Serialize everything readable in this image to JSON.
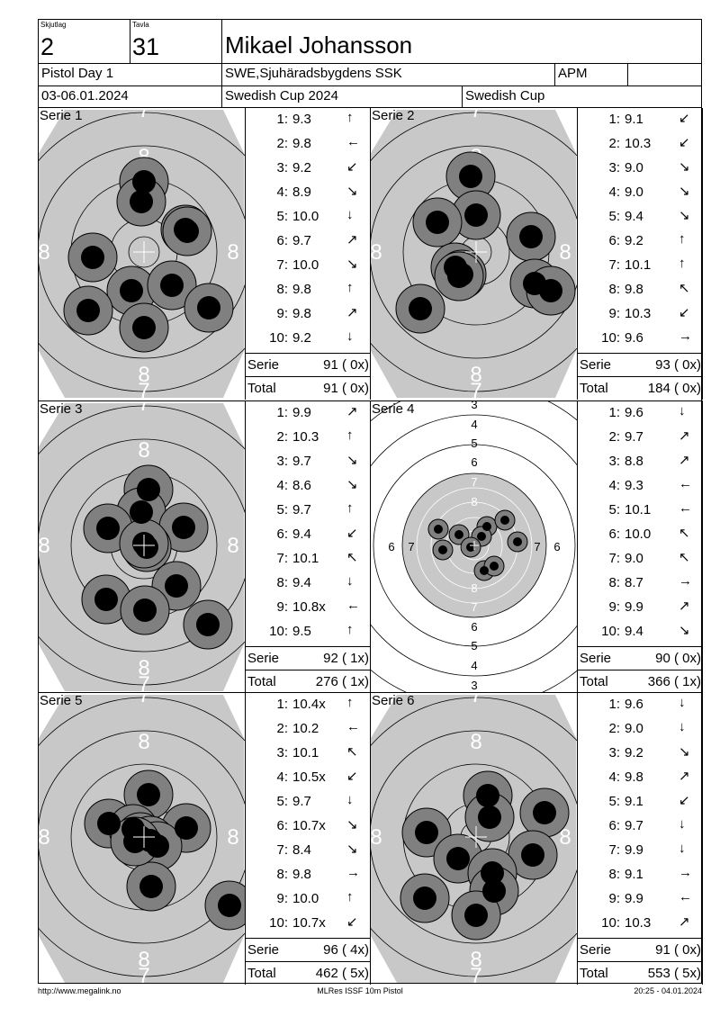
{
  "header": {
    "relay_label": "Skjutlag",
    "relay": "2",
    "lane_label": "Tavla",
    "lane": "31",
    "name": "Mikael Johansson",
    "event": "Pistol Day 1",
    "club": "SWE,Sjuhäradsbygdens SSK",
    "class": "APM",
    "dates": "03-06.01.2024",
    "competition": "Swedish Cup 2024",
    "series_name": "Swedish Cup"
  },
  "series": [
    {
      "title": "Serie 1",
      "shots": [
        {
          "n": "1:",
          "v": "9.3",
          "a": "↑"
        },
        {
          "n": "2:",
          "v": "9.8",
          "a": "←"
        },
        {
          "n": "3:",
          "v": "9.2",
          "a": "↙"
        },
        {
          "n": "4:",
          "v": "8.9",
          "a": "↘"
        },
        {
          "n": "5:",
          "v": "10.0",
          "a": "↓"
        },
        {
          "n": "6:",
          "v": "9.7",
          "a": "↗"
        },
        {
          "n": "7:",
          "v": "10.0",
          "a": "↘"
        },
        {
          "n": "8:",
          "v": "9.8",
          "a": "↑"
        },
        {
          "n": "9:",
          "v": "9.8",
          "a": "↗"
        },
        {
          "n": "10:",
          "v": "9.2",
          "a": "↓"
        }
      ],
      "serie_label": "Serie",
      "serie_value": "91 ( 0x)",
      "total_label": "Total",
      "total_value": "91 ( 0x)"
    },
    {
      "title": "Serie 2",
      "shots": [
        {
          "n": "1:",
          "v": "9.1",
          "a": "↙"
        },
        {
          "n": "2:",
          "v": "10.3",
          "a": "↙"
        },
        {
          "n": "3:",
          "v": "9.0",
          "a": "↘"
        },
        {
          "n": "4:",
          "v": "9.0",
          "a": "↘"
        },
        {
          "n": "5:",
          "v": "9.4",
          "a": "↘"
        },
        {
          "n": "6:",
          "v": "9.2",
          "a": "↑"
        },
        {
          "n": "7:",
          "v": "10.1",
          "a": "↑"
        },
        {
          "n": "8:",
          "v": "9.8",
          "a": "↖"
        },
        {
          "n": "9:",
          "v": "10.3",
          "a": "↙"
        },
        {
          "n": "10:",
          "v": "9.6",
          "a": "→"
        }
      ],
      "serie_label": "Serie",
      "serie_value": "93 ( 0x)",
      "total_label": "Total",
      "total_value": "184 ( 0x)"
    },
    {
      "title": "Serie 3",
      "shots": [
        {
          "n": "1:",
          "v": "9.9",
          "a": "↗"
        },
        {
          "n": "2:",
          "v": "10.3",
          "a": "↑"
        },
        {
          "n": "3:",
          "v": "9.7",
          "a": "↘"
        },
        {
          "n": "4:",
          "v": "8.6",
          "a": "↘"
        },
        {
          "n": "5:",
          "v": "9.7",
          "a": "↑"
        },
        {
          "n": "6:",
          "v": "9.4",
          "a": "↙"
        },
        {
          "n": "7:",
          "v": "10.1",
          "a": "↖"
        },
        {
          "n": "8:",
          "v": "9.4",
          "a": "↓"
        },
        {
          "n": "9:",
          "v": "10.8x",
          "a": "←"
        },
        {
          "n": "10:",
          "v": "9.5",
          "a": "↑"
        }
      ],
      "serie_label": "Serie",
      "serie_value": "92 ( 1x)",
      "total_label": "Total",
      "total_value": "276 ( 1x)"
    },
    {
      "title": "Serie 4",
      "shots": [
        {
          "n": "1:",
          "v": "9.6",
          "a": "↓"
        },
        {
          "n": "2:",
          "v": "9.7",
          "a": "↗"
        },
        {
          "n": "3:",
          "v": "8.8",
          "a": "↗"
        },
        {
          "n": "4:",
          "v": "9.3",
          "a": "←"
        },
        {
          "n": "5:",
          "v": "10.1",
          "a": "←"
        },
        {
          "n": "6:",
          "v": "10.0",
          "a": "↖"
        },
        {
          "n": "7:",
          "v": "9.0",
          "a": "↖"
        },
        {
          "n": "8:",
          "v": "8.7",
          "a": "→"
        },
        {
          "n": "9:",
          "v": "9.9",
          "a": "↗"
        },
        {
          "n": "10:",
          "v": "9.4",
          "a": "↘"
        }
      ],
      "serie_label": "Serie",
      "serie_value": "90 ( 0x)",
      "total_label": "Total",
      "total_value": "366 ( 1x)"
    },
    {
      "title": "Serie 5",
      "shots": [
        {
          "n": "1:",
          "v": "10.4x",
          "a": "↑"
        },
        {
          "n": "2:",
          "v": "10.2",
          "a": "←"
        },
        {
          "n": "3:",
          "v": "10.1",
          "a": "↖"
        },
        {
          "n": "4:",
          "v": "10.5x",
          "a": "↙"
        },
        {
          "n": "5:",
          "v": "9.7",
          "a": "↓"
        },
        {
          "n": "6:",
          "v": "10.7x",
          "a": "↘"
        },
        {
          "n": "7:",
          "v": "8.4",
          "a": "↘"
        },
        {
          "n": "8:",
          "v": "9.8",
          "a": "→"
        },
        {
          "n": "9:",
          "v": "10.0",
          "a": "↑"
        },
        {
          "n": "10:",
          "v": "10.7x",
          "a": "↙"
        }
      ],
      "serie_label": "Serie",
      "serie_value": "96 ( 4x)",
      "total_label": "Total",
      "total_value": "462 ( 5x)"
    },
    {
      "title": "Serie 6",
      "shots": [
        {
          "n": "1:",
          "v": "9.6",
          "a": "↓"
        },
        {
          "n": "2:",
          "v": "9.0",
          "a": "↓"
        },
        {
          "n": "3:",
          "v": "9.2",
          "a": "↘"
        },
        {
          "n": "4:",
          "v": "9.8",
          "a": "↗"
        },
        {
          "n": "5:",
          "v": "9.1",
          "a": "↙"
        },
        {
          "n": "6:",
          "v": "9.7",
          "a": "↓"
        },
        {
          "n": "7:",
          "v": "9.9",
          "a": "↓"
        },
        {
          "n": "8:",
          "v": "9.1",
          "a": "→"
        },
        {
          "n": "9:",
          "v": "9.9",
          "a": "←"
        },
        {
          "n": "10:",
          "v": "10.3",
          "a": "↗"
        }
      ],
      "serie_label": "Serie",
      "serie_value": "91 ( 0x)",
      "total_label": "Total",
      "total_value": "553 ( 5x)"
    }
  ],
  "footer": {
    "left": "http://www.megalink.no",
    "center": "MLRes ISSF 10m Pistol",
    "right": "20:25 - 04.01.2024"
  },
  "colors": {
    "target_bg": "#c8c8c8",
    "hole": "#808080",
    "hole_core": "#000000"
  }
}
